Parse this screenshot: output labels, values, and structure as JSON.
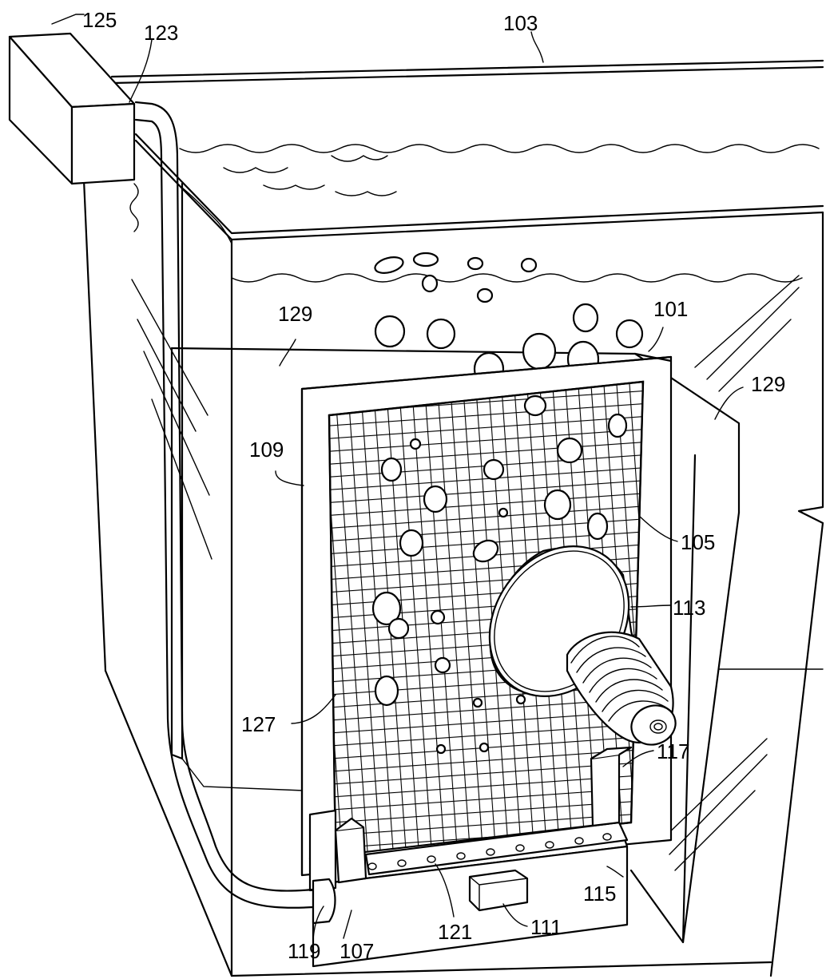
{
  "labels": {
    "l125": "125",
    "l123": "123",
    "l103": "103",
    "l129a": "129",
    "l101": "101",
    "l129b": "129",
    "l109": "109",
    "l105": "105",
    "l113": "113",
    "l127": "127",
    "l117": "117",
    "l115": "115",
    "l121": "121",
    "l111": "111",
    "l119": "119",
    "l107": "107"
  },
  "colors": {
    "line": "#000000",
    "background": "#ffffff"
  }
}
